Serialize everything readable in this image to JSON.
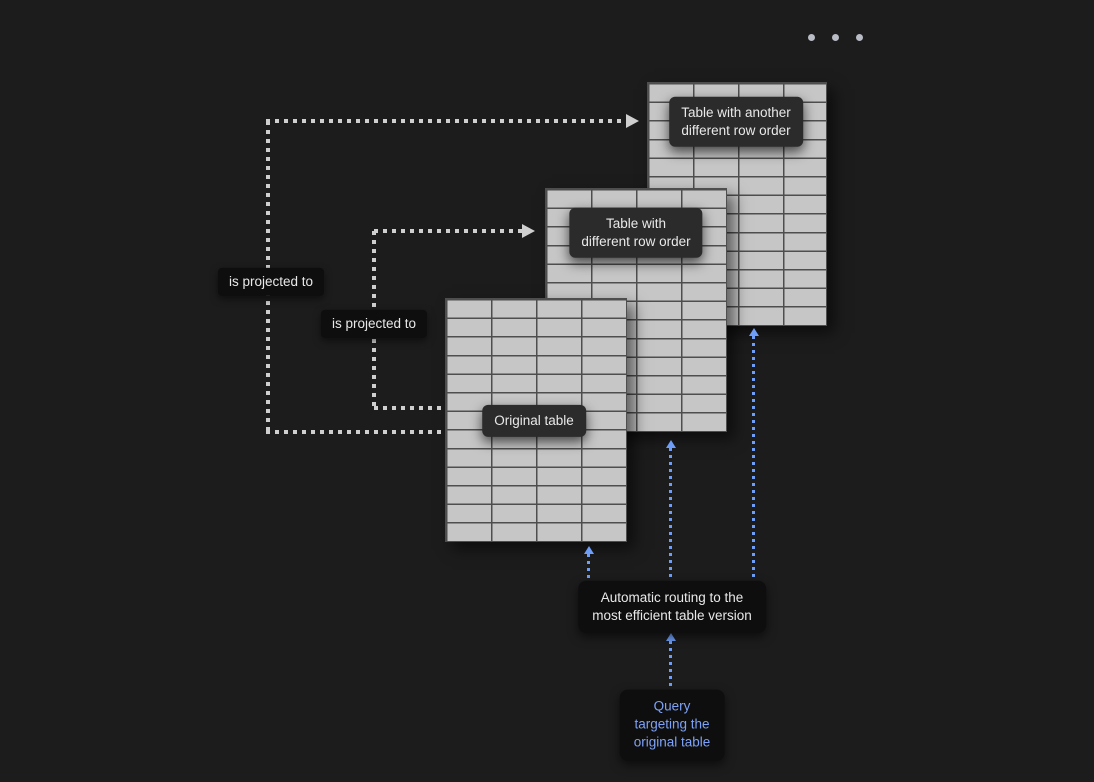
{
  "window": {
    "overflow_menu_icon": "three-dots"
  },
  "tables": [
    {
      "key": "original",
      "label": "Original table",
      "cols": 4,
      "rows": 13
    },
    {
      "key": "different-row-order",
      "label": "Table with\ndifferent row order",
      "cols": 4,
      "rows": 13
    },
    {
      "key": "another-different-row-order",
      "label": "Table with another\ndifferent row order",
      "cols": 4,
      "rows": 13
    }
  ],
  "edges": {
    "projection_outer_label": "is projected to",
    "projection_inner_label": "is projected to"
  },
  "routing": {
    "label": "Automatic routing to the\nmost efficient table version"
  },
  "query": {
    "label": "Query\ntargeting the\noriginal table"
  },
  "colors": {
    "background": "#1c1c1c",
    "table_fill": "#c6c6c6",
    "table_grid_line": "#4e4e4e",
    "projection_arrow": "#cfcfcf",
    "routing_arrow": "#6e9ef7",
    "dark_label_bg": "#0e0e0e",
    "table_label_bg": "#2b2b2b",
    "label_text": "#e9e9e9",
    "query_text": "#7da2f7"
  }
}
